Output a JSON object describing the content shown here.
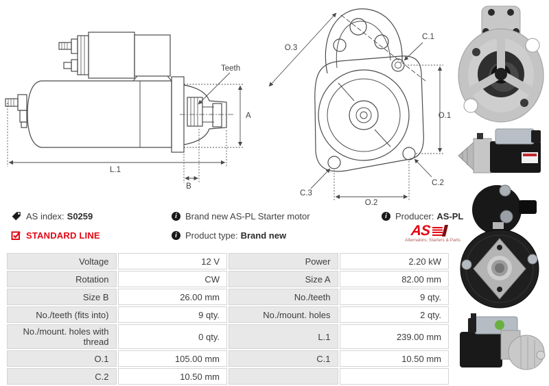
{
  "info_bar": {
    "as_index": {
      "label": "AS index:",
      "value": "S0259"
    },
    "standard_line": "STANDARD LINE",
    "description": "Brand new AS-PL Starter motor",
    "product_type": {
      "label": "Product type:",
      "value": "Brand new"
    },
    "producer": {
      "label": "Producer:",
      "value": "AS-PL"
    },
    "brand_logo": {
      "text": "AS",
      "tagline": "Alternators, Starters & Parts"
    }
  },
  "diagram": {
    "side_view": {
      "teeth_label": "Teeth",
      "dim_a": "A",
      "dim_l1": "L.1",
      "dim_b": "B"
    },
    "front_view": {
      "dim_o3": "O.3",
      "dim_c1": "C.1",
      "dim_o1": "O.1",
      "dim_c2": "C.2",
      "dim_c3": "C.3",
      "dim_o2": "O.2"
    }
  },
  "spec_table": {
    "rows": [
      {
        "label_left": "Voltage",
        "value_left": "12 V",
        "label_right": "Power",
        "value_right": "2.20 kW"
      },
      {
        "label_left": "Rotation",
        "value_left": "CW",
        "label_right": "Size A",
        "value_right": "82.00 mm"
      },
      {
        "label_left": "Size B",
        "value_left": "26.00 mm",
        "label_right": "No./teeth",
        "value_right": "9 qty."
      },
      {
        "label_left": "No./teeth (fits into)",
        "value_left": "9 qty.",
        "label_right": "No./mount. holes",
        "value_right": "2 qty."
      },
      {
        "label_left": "No./mount. holes with thread",
        "value_left": "0 qty.",
        "label_right": "L.1",
        "value_right": "239.00 mm"
      },
      {
        "label_left": "O.1",
        "value_left": "105.00 mm",
        "label_right": "C.1",
        "value_right": "10.50 mm"
      },
      {
        "label_left": "C.2",
        "value_left": "10.50 mm",
        "label_right": "",
        "value_right": ""
      }
    ]
  },
  "photos": [
    {
      "alt": "starter-motor-front-view"
    },
    {
      "alt": "starter-motor-side-view"
    },
    {
      "alt": "starter-motor-rear-view"
    },
    {
      "alt": "starter-motor-side-view-2"
    }
  ],
  "colors": {
    "accent_red": "#e30613",
    "table_label_bg": "#e8e8e8",
    "table_border": "#d4d4d4",
    "drawing_line": "#4a4a4a",
    "text": "#3f3f3f"
  }
}
